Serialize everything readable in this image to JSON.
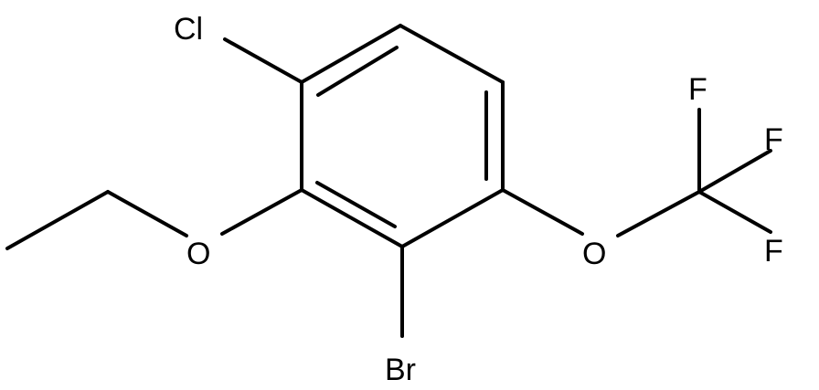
{
  "molecule": {
    "atoms": {
      "cl": "Cl",
      "br": "Br",
      "o_ethoxy": "O",
      "o_ocf3": "O",
      "f1": "F",
      "f2": "F",
      "f3": "F"
    },
    "colors": {
      "bond": "#000000",
      "text": "#000000",
      "background": "#ffffff"
    }
  }
}
